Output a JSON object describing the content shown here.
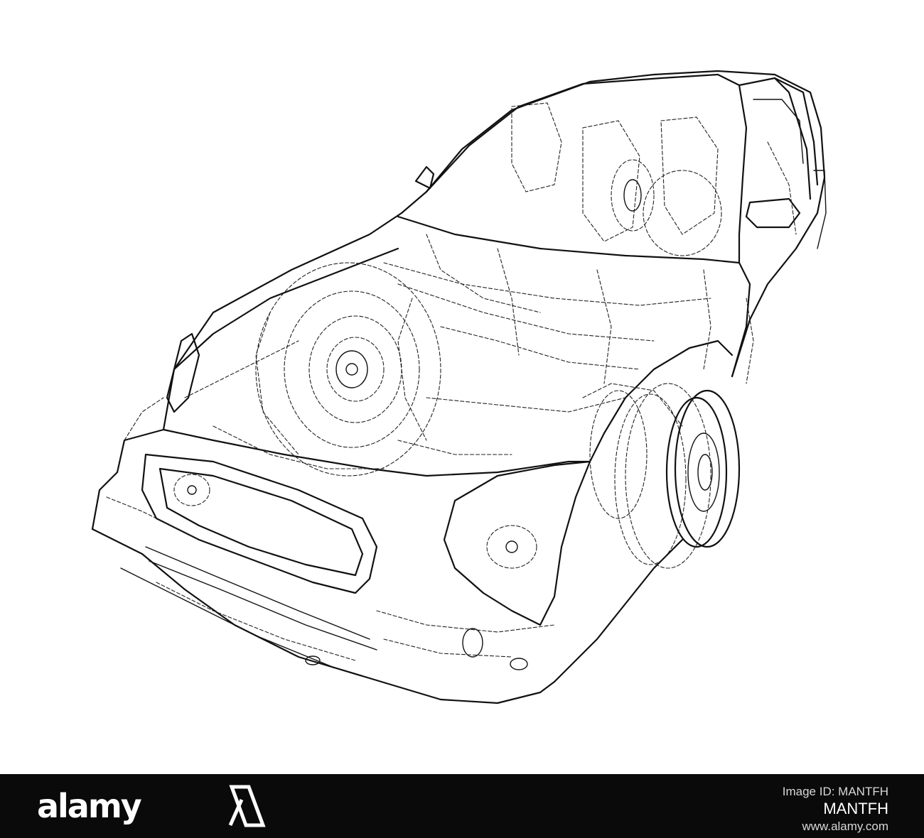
{
  "illustration": {
    "subject": "car-wireframe",
    "line_color": "#111111",
    "background": "#ffffff"
  },
  "footer": {
    "brand": "alamy",
    "image_id_label": "Image ID: MANTFH",
    "image_id": "MANTFH",
    "site_url": "www.alamy.com",
    "background": "#0a0a0a"
  }
}
